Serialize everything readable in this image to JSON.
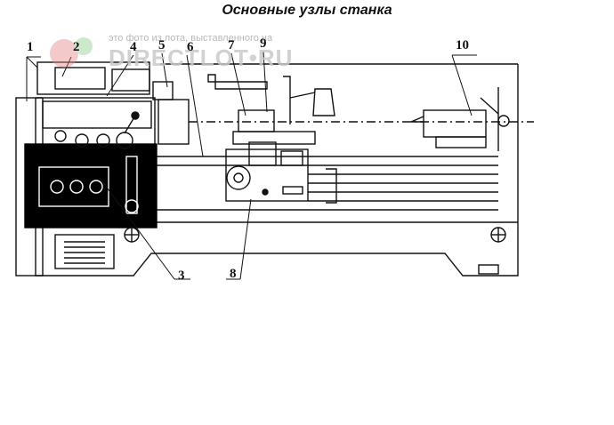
{
  "title": "Основные узлы станка",
  "watermark": {
    "caption": "это фото из лота, выставленного на",
    "brand": "DIRECTLOT",
    "brand_dot": "•",
    "brand_suffix": "RU"
  },
  "callouts": [
    "1",
    "2",
    "4",
    "5",
    "6",
    "7",
    "9",
    "10",
    "3",
    "8"
  ]
}
